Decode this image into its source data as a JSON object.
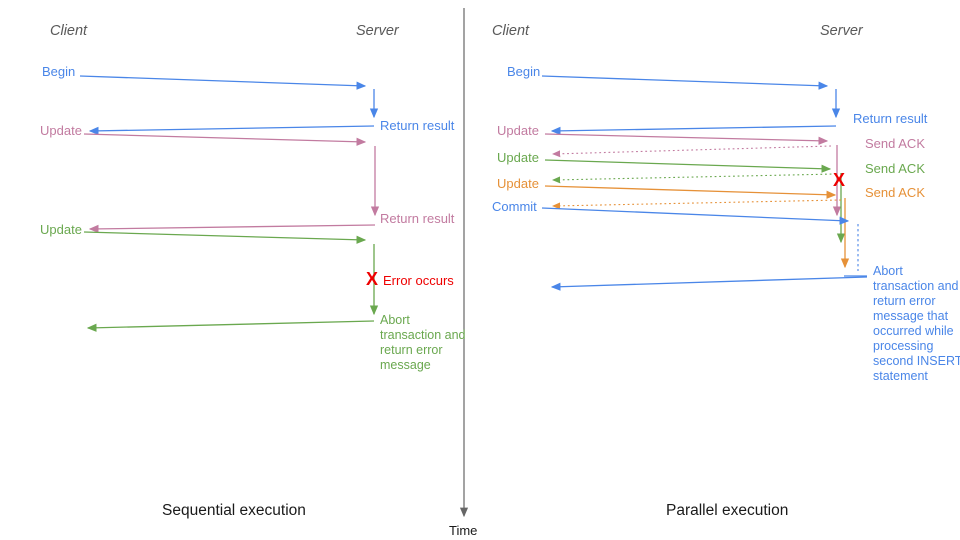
{
  "colors": {
    "blue": "#4A86E8",
    "pink": "#C27BA0",
    "green": "#6AA84F",
    "orange": "#E69138",
    "red": "#EE0000",
    "gray": "#595959",
    "axis": "#666666",
    "caption": "#1A1A1A"
  },
  "time_axis": {
    "label": "Time"
  },
  "left": {
    "caption": "Sequential execution",
    "client_header": "Client",
    "server_header": "Server",
    "labels": {
      "begin": "Begin",
      "return_result_1": "Return result",
      "update_1": "Update",
      "return_result_2": "Return result",
      "update_2": "Update",
      "error_x": "X",
      "error_occurs": "Error occurs",
      "abort": "Abort transaction and return error message"
    }
  },
  "right": {
    "caption": "Parallel execution",
    "client_header": "Client",
    "server_header": "Server",
    "labels": {
      "begin": "Begin",
      "return_result": "Return result",
      "update_1": "Update",
      "send_ack_1": "Send ACK",
      "update_2": "Update",
      "send_ack_2": "Send ACK",
      "update_3": "Update",
      "send_ack_3": "Send ACK",
      "commit": "Commit",
      "error_x": "X",
      "abort": "Abort transaction and return error message that occurred while processing second INSERT statement"
    }
  }
}
